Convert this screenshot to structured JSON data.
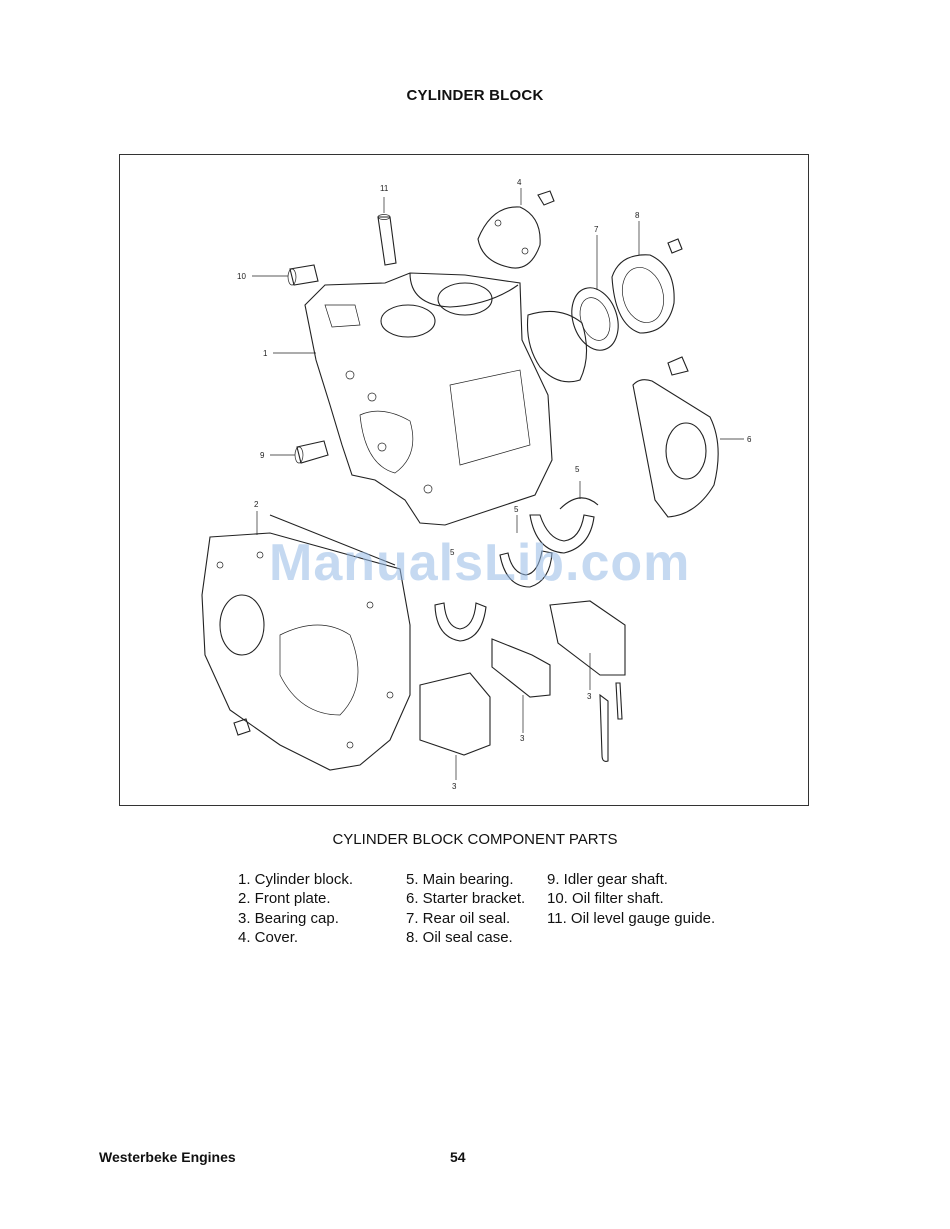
{
  "title": "CYLINDER BLOCK",
  "watermark": "ManualsLib.com",
  "caption": "CYLINDER BLOCK COMPONENT PARTS",
  "legend": {
    "col1": [
      "1. Cylinder block.",
      "2. Front plate.",
      "3. Bearing cap.",
      "4. Cover."
    ],
    "col2": [
      "5. Main bearing.",
      "6. Starter bracket.",
      "7. Rear oil seal.",
      "8. Oil seal case."
    ],
    "col3": [
      "9. Idler gear shaft.",
      "10. Oil filter shaft.",
      "11. Oil level gauge guide."
    ]
  },
  "callouts": {
    "c1": "1",
    "c2": "2",
    "c3a": "3",
    "c3b": "3",
    "c3c": "3",
    "c4": "4",
    "c5a": "5",
    "c5b": "5",
    "c5c": "5",
    "c6": "6",
    "c7": "7",
    "c8": "8",
    "c9": "9",
    "c10": "10",
    "c11": "11"
  },
  "footer": {
    "left": "Westerbeke Engines",
    "page": "54"
  }
}
